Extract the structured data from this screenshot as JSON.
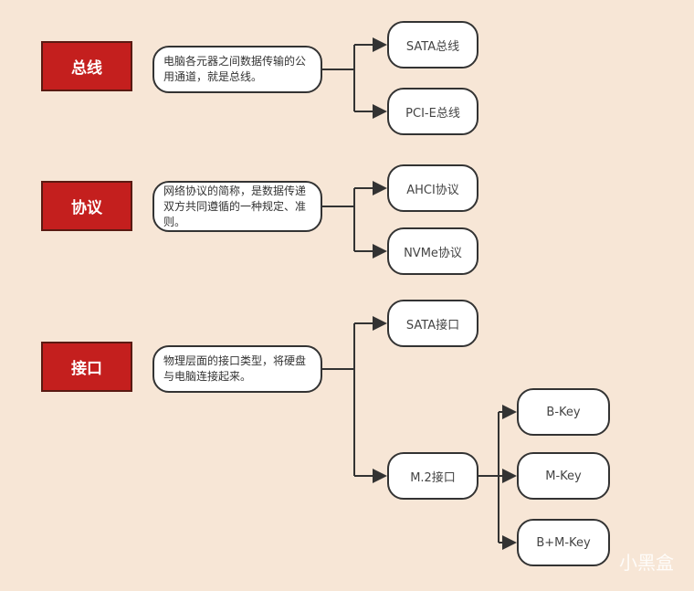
{
  "categories": [
    {
      "label": "总线",
      "description": "电脑各元器之间数据传输的公用通道，就是总线。",
      "children": [
        "SATA总线",
        "PCI-E总线"
      ]
    },
    {
      "label": "协议",
      "description": "网络协议的简称，是数据传递双方共同遵循的一种规定、准则。",
      "children": [
        "AHCI协议",
        "NVMe协议"
      ]
    },
    {
      "label": "接口",
      "description": "物理层面的接口类型，将硬盘与电脑连接起来。",
      "children": [
        "SATA接口",
        "M.2接口"
      ]
    }
  ],
  "m2_children": [
    "B-Key",
    "M-Key",
    "B+M-Key"
  ],
  "watermark": "小黑盒",
  "colors": {
    "background": "#f7e6d6",
    "category": "#c41f1e",
    "line": "#333333"
  }
}
